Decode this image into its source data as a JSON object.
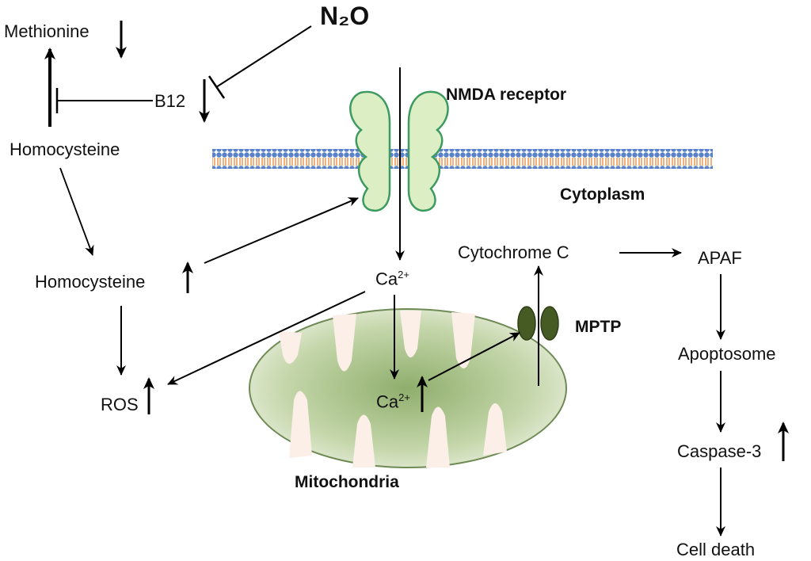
{
  "labels": {
    "n2o": "N₂O",
    "methionine": "Methionine",
    "b12": "B12",
    "homocysteine_top": "Homocysteine",
    "homocysteine_mid": "Homocysteine",
    "ros": "ROS",
    "nmda": "NMDA receptor",
    "cytoplasm": "Cytoplasm",
    "ca_outer": "Ca",
    "ca_outer_sup": "2+",
    "ca_inner": "Ca",
    "ca_inner_sup": "2+",
    "cytochrome": "Cytochrome  C",
    "apaf": "APAF",
    "mptp": "MPTP",
    "apoptosome": "Apoptosome",
    "caspase": "Caspase-3",
    "mitochondria": "Mitochondria",
    "cell_death": "Cell death"
  },
  "colors": {
    "membrane_head": "#5a82c8",
    "membrane_tail": "#e8843a",
    "receptor_fill": "#dcefc4",
    "receptor_stroke": "#3d9a60",
    "mito_fill": "#b9cf9c",
    "mito_stroke": "#6f8a55",
    "mptp_fill": "#465b24",
    "arrow": "#000000"
  },
  "arrow_icons": {
    "down": "down-arrow-icon",
    "up": "up-arrow-icon",
    "inhibit": "inhibition-bar-icon"
  }
}
